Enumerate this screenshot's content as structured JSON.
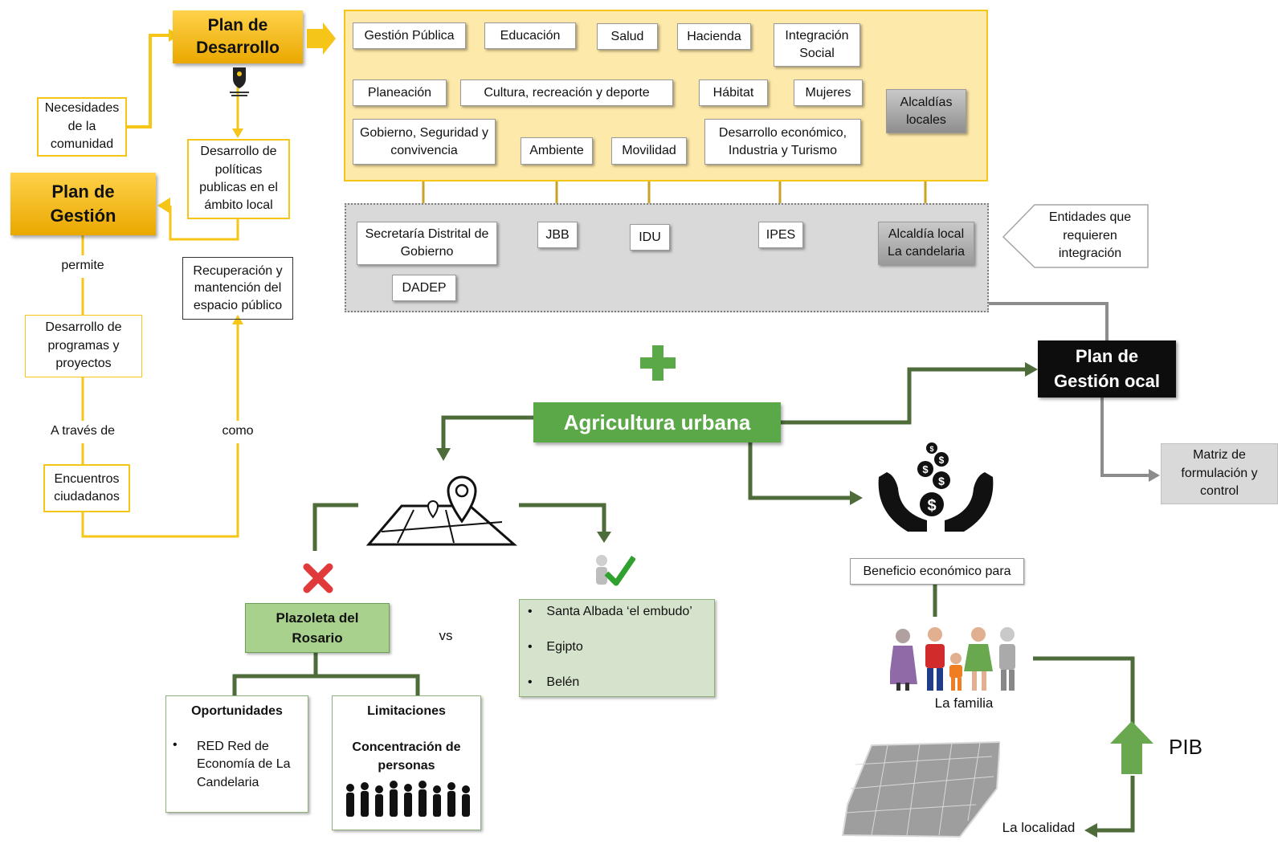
{
  "plan_desarrollo": "Plan de Desarrollo",
  "plan_gestion": "Plan de Gestión",
  "necesidades": "Necesidades de la comunidad",
  "desarrollo_politicas": "Desarrollo de políticas publicas en el ámbito local",
  "permite": "permite",
  "desarrollo_programas": "Desarrollo de programas y proyectos",
  "a_traves_de": "A través de",
  "encuentros": "Encuentros ciudadanos",
  "como": "como",
  "recuperacion": "Recuperación y mantención del espacio público",
  "sectores": {
    "gestion_publica": "Gestión Pública",
    "educacion": "Educación",
    "salud": "Salud",
    "hacienda": "Hacienda",
    "integracion_social": "Integración Social",
    "planeacion": "Planeación",
    "cultura": "Cultura, recreación y deporte",
    "habitat": "Hábitat",
    "mujeres": "Mujeres",
    "alcaldias_locales": "Alcaldías locales",
    "gobierno": "Gobierno, Seguridad y convivencia",
    "ambiente": "Ambiente",
    "movilidad": "Movilidad",
    "desarrollo_economico": "Desarrollo económico, Industria y Turismo"
  },
  "entidades": {
    "secretaria": "Secretaría Distrital de Gobierno",
    "dadep": "DADEP",
    "jbb": "JBB",
    "idu": "IDU",
    "ipes": "IPES",
    "alcaldia_candelaria": "Alcaldía local La candelaria"
  },
  "entidades_integracion": "Entidades que requieren integración",
  "plan_gestion_local": "Plan de Gestión ocal",
  "matriz": "Matriz de formulación y control",
  "agricultura_urbana": "Agricultura urbana",
  "plazoleta": "Plazoleta del Rosario",
  "vs": "vs",
  "lugares": [
    "Santa Albada ‘el embudo’",
    "Egipto",
    "Belén"
  ],
  "oportunidades_title": "Oportunidades",
  "oportunidades_item": "RED Red de Economía de La Candelaria",
  "limitaciones_title": "Limitaciones",
  "limitaciones_text": "Concentración de personas",
  "beneficio": "Beneficio económico para",
  "familia": "La familia",
  "pib": "PIB",
  "localidad": "La localidad",
  "colors": {
    "yellow": "#f5c518",
    "gold": "#eaa800",
    "green": "#5aa847",
    "dark_green": "#4e6b3a",
    "grey": "#8c8c8c"
  }
}
